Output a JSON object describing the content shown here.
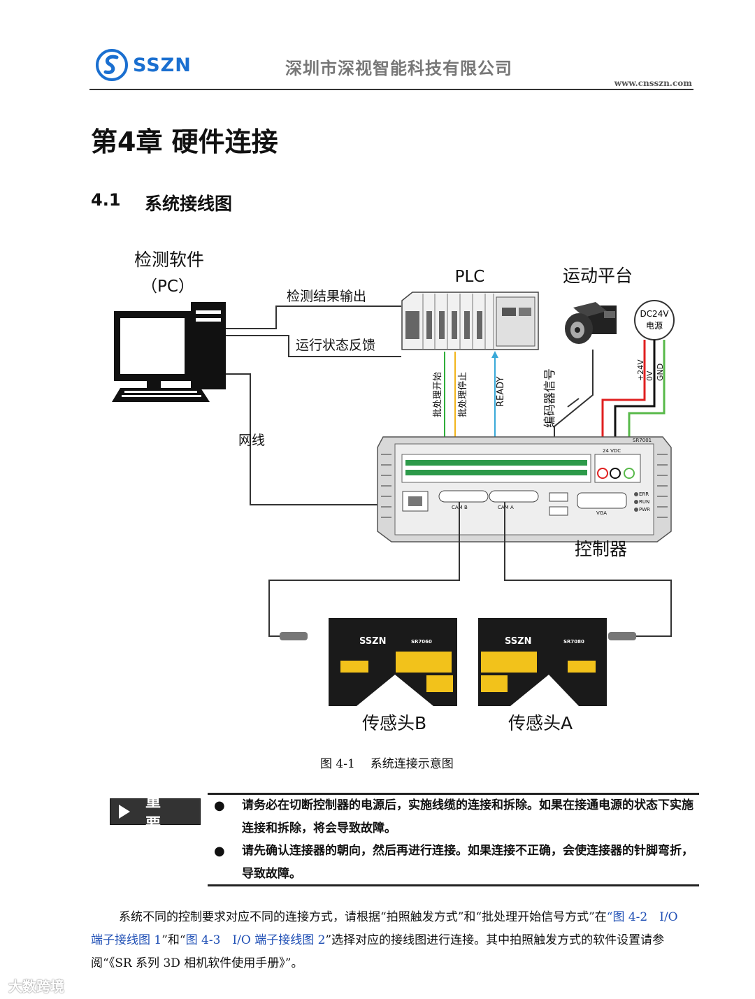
{
  "header": {
    "logo_text": "SSZN",
    "company": "深圳市深视智能科技有限公司",
    "url": "www.cnsszn.com"
  },
  "chapter_title": "第4章 硬件连接",
  "section": {
    "number": "4.1",
    "title": "系统接线图"
  },
  "diagram": {
    "pc_label_1": "检测软件",
    "pc_label_2": "（PC）",
    "plc_label": "PLC",
    "motion_label": "运动平台",
    "power_label_1": "DC24V",
    "power_label_2": "电源",
    "wire_result": "检测结果输出",
    "wire_status": "运行状态反馈",
    "wire_network": "网线",
    "sig_batch_start": "批处理开始",
    "sig_batch_stop": "批处理停止",
    "sig_ready": "READY",
    "sig_encoder": "编码器信号",
    "v24": "+24V",
    "v0": "0V",
    "gnd": "GND",
    "controller_model": "SR7001",
    "controller_label": "控制器",
    "cam_b": "CAM B",
    "cam_a": "CAM A",
    "vga": "VGA",
    "led_err": "ERR",
    "led_run": "RUN",
    "led_pwr": "PWR",
    "sensor_b_label": "传感头B",
    "sensor_a_label": "传感头A",
    "sensor_brand": "SSZN",
    "sensor_model": "SR7060",
    "sensor_model_a": "SR7080",
    "term_label": "24 VDC",
    "colors": {
      "green": "#2fae3a",
      "yellow": "#f2b51c",
      "blue": "#3aa9d8",
      "red": "#e02020"
    }
  },
  "figure_caption": {
    "num": "图 4-1",
    "text": "系统连接示意图"
  },
  "important": {
    "label": "重 要",
    "notes": [
      "请务必在切断控制器的电源后，实施线缆的连接和拆除。如果在接通电源的状态下实施连接和拆除，将会导致故障。",
      "请先确认连接器的朝向，然后再进行连接。如果连接不正确，会使连接器的针脚弯折，导致故障。"
    ]
  },
  "body": {
    "p1": "系统不同的控制要求对应不同的连接方式，请根据“拍照触发方式”和“批处理开始信号方式”在",
    "link1": "“图 4-2　I/O 端子接线图 1",
    "mid": "”和“",
    "link2": "图 4-3　I/O 端子接线图 2",
    "p2": "”选择对应的接线图进行连接。其中拍照触发方式的软件设置请参阅“《SR 系列 3D 相机软件使用手册》”。"
  },
  "watermark": "大数跨境"
}
